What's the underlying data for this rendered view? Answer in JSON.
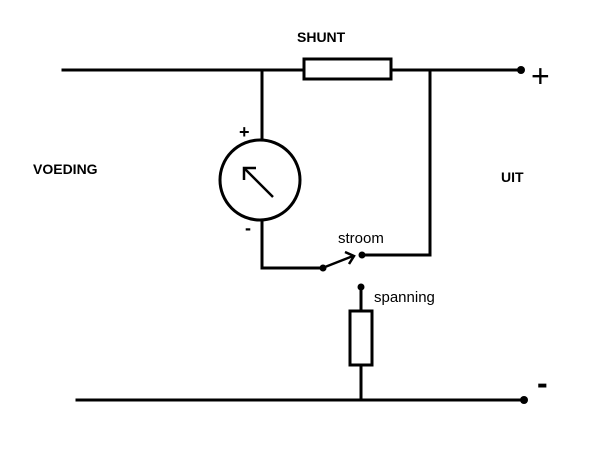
{
  "labels": {
    "shunt": "SHUNT",
    "supply": "VOEDING",
    "output": "UIT",
    "current_position": "stroom",
    "voltage_position": "spanning",
    "plus_terminal": "+",
    "minus_terminal": "-",
    "meter_plus": "+",
    "meter_minus": "-"
  },
  "colors": {
    "ink": "#000000",
    "background": "#ffffff"
  }
}
